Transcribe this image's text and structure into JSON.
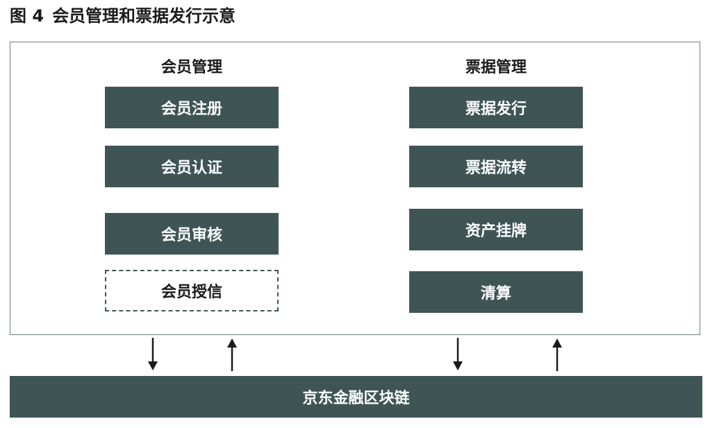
{
  "figure": {
    "number": "图 4",
    "title": "会员管理和票据发行示意"
  },
  "groups": {
    "member": {
      "heading": "会员管理",
      "items": [
        {
          "label": "会员注册",
          "style": "solid"
        },
        {
          "label": "会员认证",
          "style": "solid"
        },
        {
          "label": "会员审核",
          "style": "solid"
        },
        {
          "label": "会员授信",
          "style": "dashed"
        }
      ]
    },
    "bill": {
      "heading": "票据管理",
      "items": [
        {
          "label": "票据发行",
          "style": "solid"
        },
        {
          "label": "票据流转",
          "style": "solid"
        },
        {
          "label": "资产挂牌",
          "style": "solid"
        },
        {
          "label": "清算",
          "style": "solid"
        }
      ]
    }
  },
  "connections": [
    {
      "from": "member",
      "to": "chain",
      "direction": "down"
    },
    {
      "from": "chain",
      "to": "member",
      "direction": "up"
    },
    {
      "from": "bill",
      "to": "chain",
      "direction": "down"
    },
    {
      "from": "chain",
      "to": "bill",
      "direction": "up"
    }
  ],
  "chain": {
    "label": "京东金融区块链"
  },
  "colors": {
    "box_fill": "#3f5555",
    "box_text": "#ffffff",
    "frame": "#6f7f7e",
    "arrow": "#1a1a1a"
  }
}
